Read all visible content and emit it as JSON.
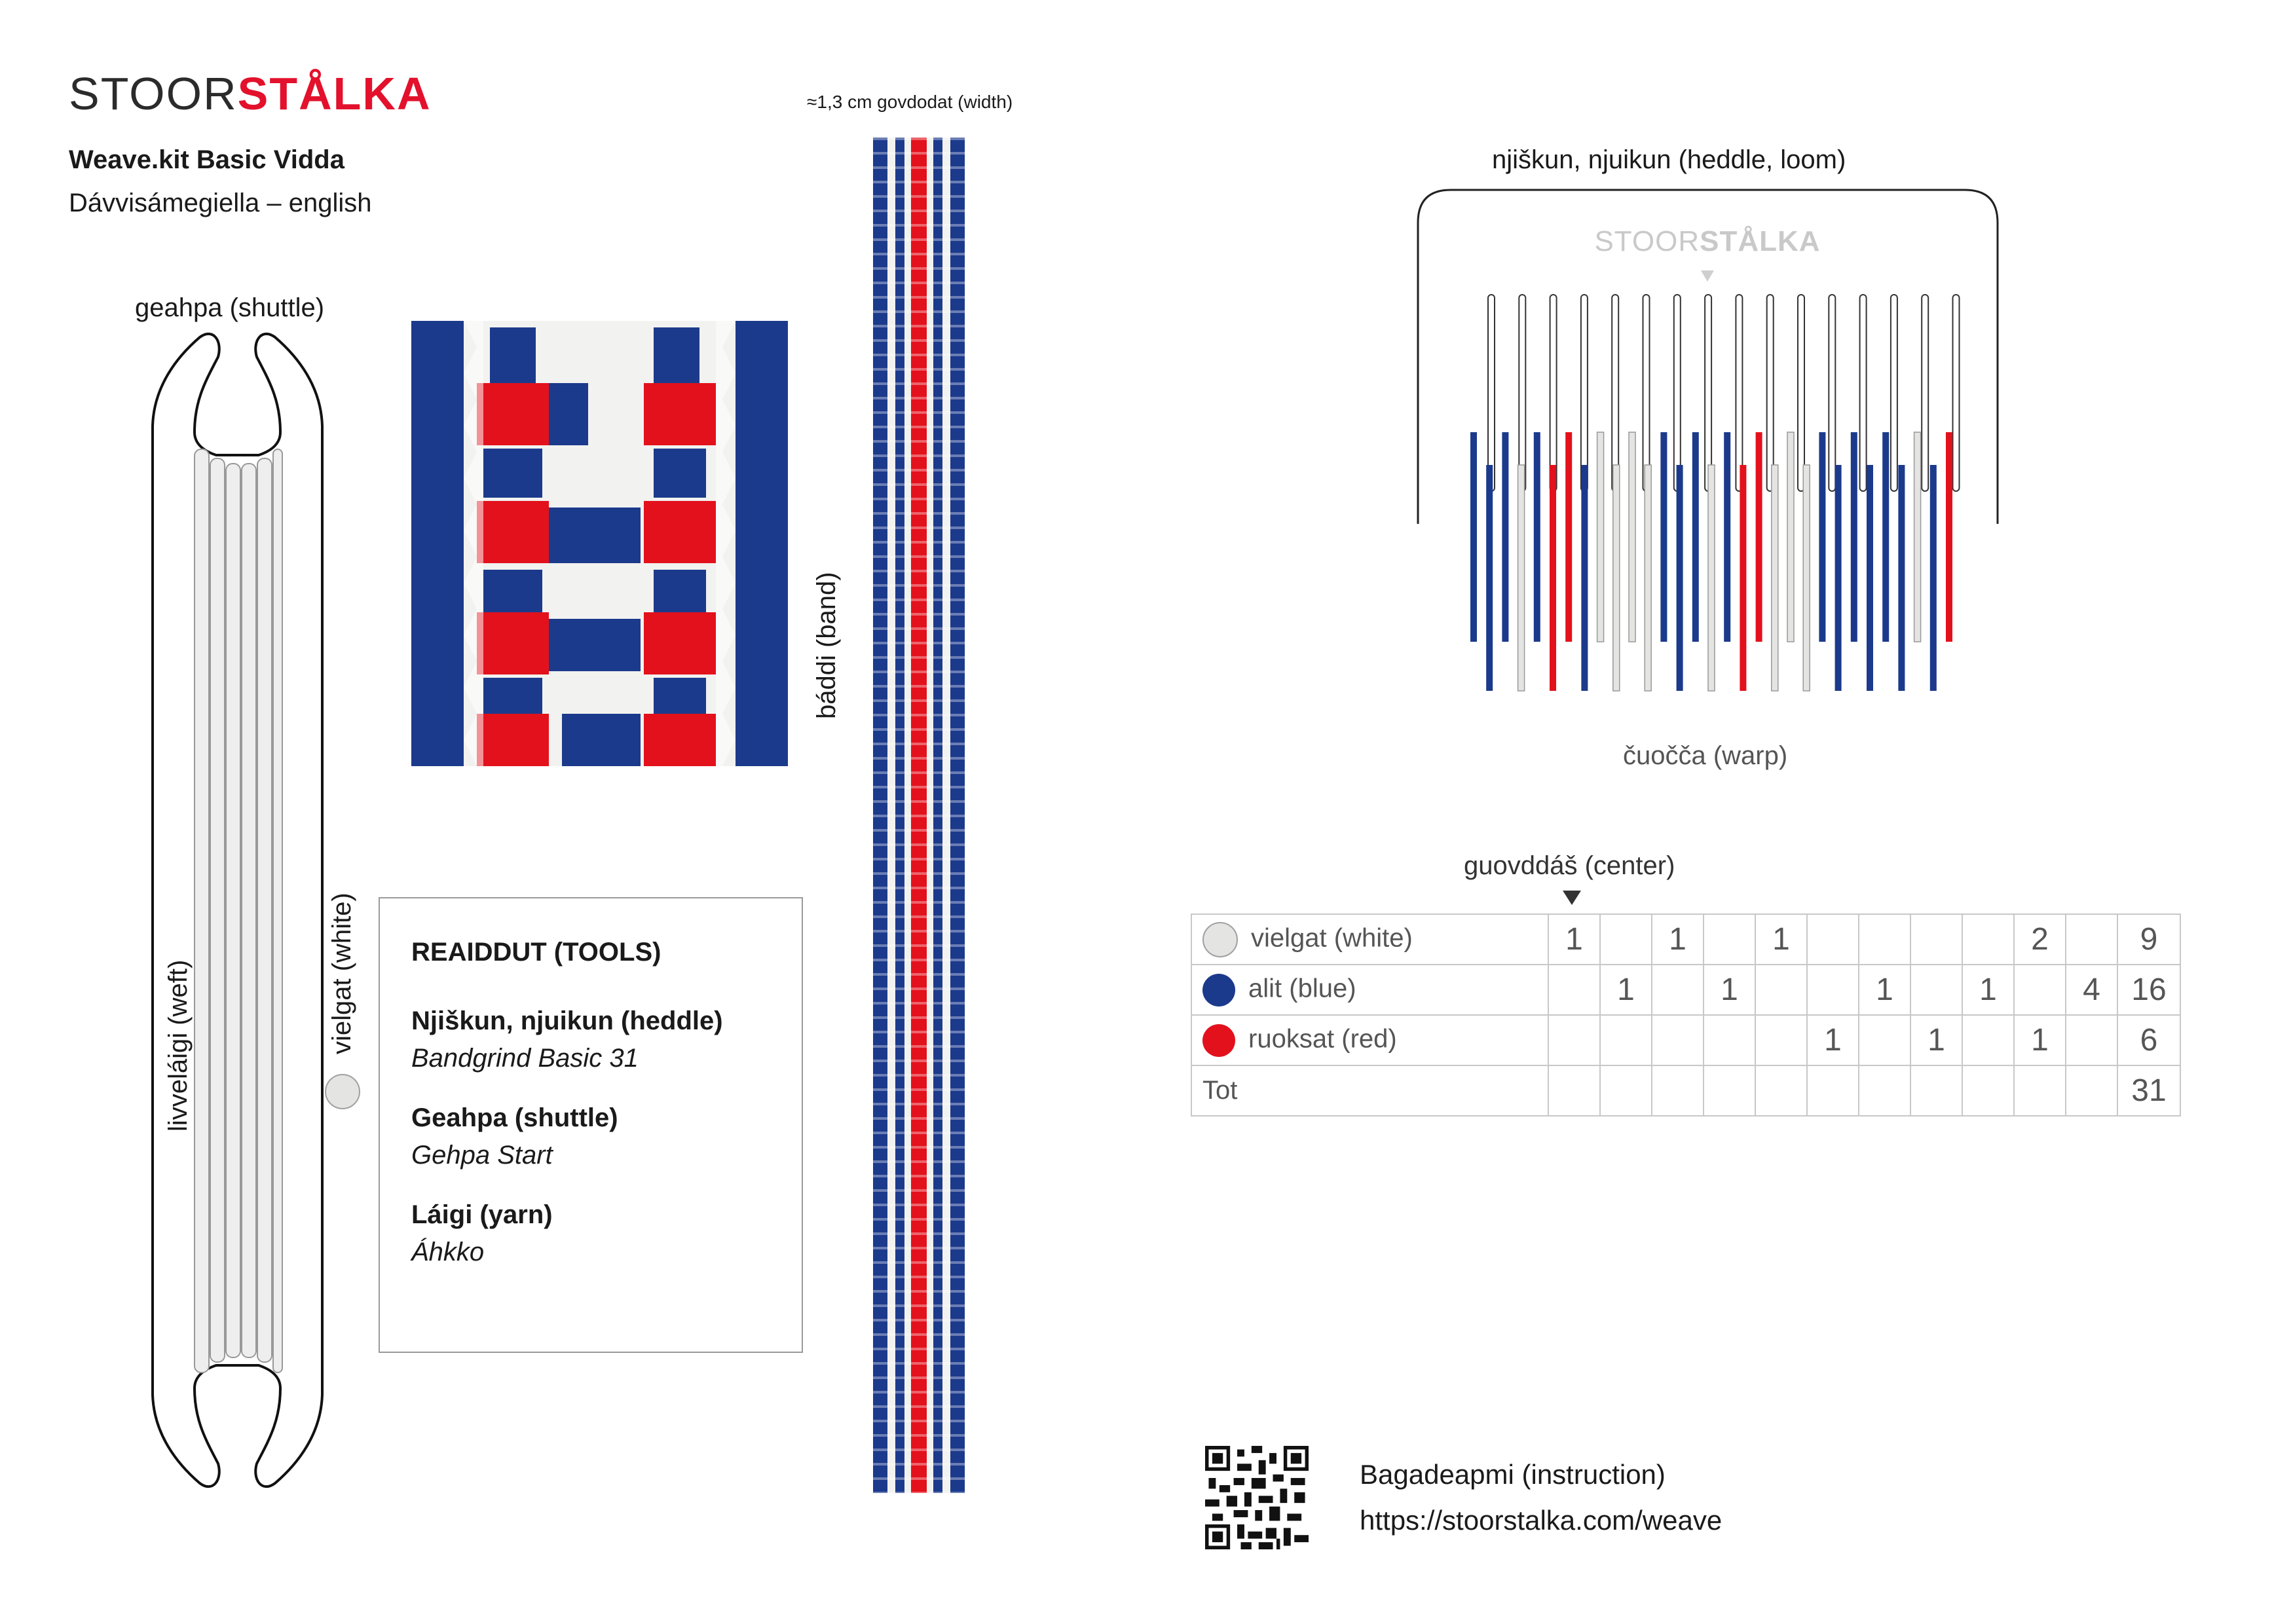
{
  "brand": {
    "part1": "STOOR",
    "part2": "STÅLKA"
  },
  "header": {
    "title": "Weave.kit Basic Vidda",
    "subtitle": "Dávvisámegiella – english"
  },
  "labels": {
    "shuttle": "geahpa (shuttle)",
    "weft": "livveláigi (weft)",
    "white": "vielgat (white)",
    "band": "báddi (band)",
    "width": "≈1,3 cm govdodat (width)",
    "heddle_loom": "njiškun, njuikun (heddle, loom)",
    "warp": "čuočča (warp)",
    "center": "guovddáš (center)"
  },
  "tools": {
    "heading": "REAIDDUT (TOOLS)",
    "items": [
      {
        "key": "Njiškun, njuikun (heddle)",
        "value": "Bandgrind Basic 31"
      },
      {
        "key": "Geahpa (shuttle)",
        "value": "Gehpa Start"
      },
      {
        "key": "Láigi (yarn)",
        "value": "Áhkko"
      }
    ]
  },
  "warp_table": {
    "rows": [
      {
        "name": "vielgat (white)",
        "color": "#e4e4e2",
        "cells": [
          "1",
          "",
          "1",
          "",
          "1",
          "",
          "",
          "",
          "",
          "2",
          ""
        ],
        "total": "9"
      },
      {
        "name": "alit (blue)",
        "color": "#1c3a8c",
        "cells": [
          "",
          "1",
          "",
          "1",
          "",
          "",
          "1",
          "",
          "1",
          "",
          "4"
        ],
        "total": "16"
      },
      {
        "name": "ruoksat (red)",
        "color": "#e3111c",
        "cells": [
          "",
          "",
          "",
          "",
          "",
          "1",
          "",
          "1",
          "",
          "1",
          ""
        ],
        "total": "6"
      },
      {
        "name": "Tot",
        "color": "",
        "cells": [
          "",
          "",
          "",
          "",
          "",
          "",
          "",
          "",
          "",
          "",
          ""
        ],
        "total": "31"
      }
    ]
  },
  "footer": {
    "instruction": "Bagadeapmi (instruction)",
    "url": "https://stoorstalka.com/weave"
  },
  "colors": {
    "blue": "#1c3a8c",
    "red": "#e3111c",
    "white": "#f2f2f0",
    "accent": "#e3112c"
  },
  "icons": {
    "qr": "qr-code-icon",
    "shuttle": "shuttle-icon",
    "heddle": "heddle-icon",
    "center_marker": "triangle-down-icon"
  }
}
